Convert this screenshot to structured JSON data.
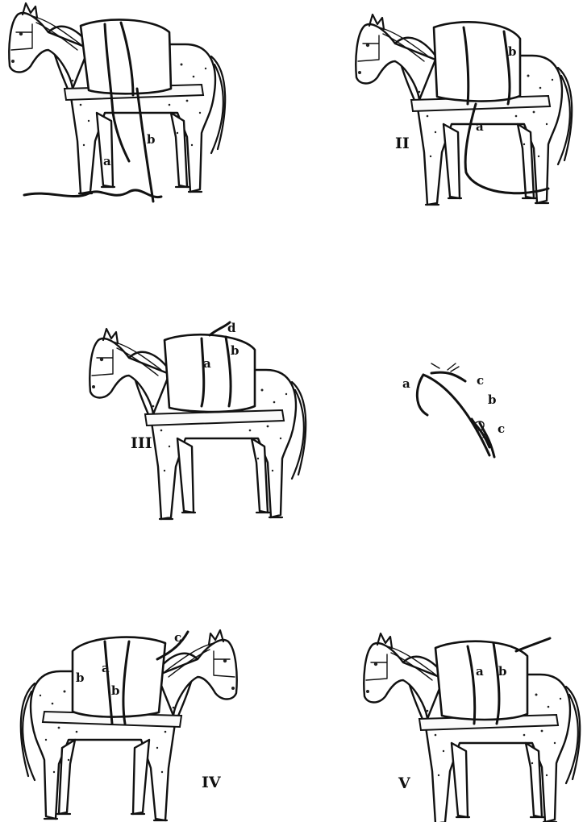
{
  "figures": [
    {
      "id": "fig1",
      "numeral": "",
      "letters": [
        "b",
        "a"
      ]
    },
    {
      "id": "fig2",
      "numeral": "II",
      "letters": [
        "b",
        "a"
      ]
    },
    {
      "id": "fig3",
      "numeral": "III",
      "letters": [
        "d",
        "a",
        "b"
      ]
    },
    {
      "id": "knot",
      "numeral": "",
      "letters": [
        "a",
        "c",
        "b",
        "c"
      ]
    },
    {
      "id": "fig4",
      "numeral": "IV",
      "letters": [
        "c",
        "b",
        "a",
        "b"
      ]
    },
    {
      "id": "fig5",
      "numeral": "V",
      "letters": [
        "a",
        "b"
      ]
    }
  ]
}
